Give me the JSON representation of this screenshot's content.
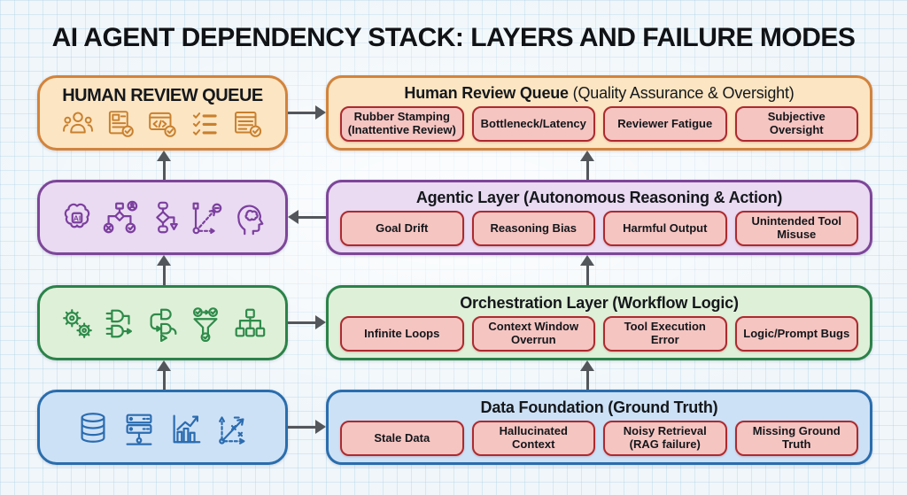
{
  "title": "AI AGENT DEPENDENCY STACK: LAYERS AND FAILURE MODES",
  "arrow_color": "#53575c",
  "pill_colors": {
    "fill": "#f5c5c2",
    "border": "#ad2a2e"
  },
  "layers": [
    {
      "name": "human-review-queue",
      "left_label": "HUMAN REVIEW QUEUE",
      "heading_bold": "Human Review Queue",
      "heading_note": "(Quality Assurance & Oversight)",
      "failures": [
        "Rubber Stamping (Inattentive Review)",
        "Bottleneck/Latency",
        "Reviewer Fatigue",
        "Subjective Oversight"
      ],
      "icons": [
        "review-team-icon",
        "document-check-icon",
        "code-review-check-icon",
        "checklist-icon",
        "approved-list-icon"
      ],
      "flow": "left-to-right",
      "colors": {
        "fill": "#fce5c2",
        "border": "#d2833c",
        "icon": "#c8802f"
      }
    },
    {
      "name": "agentic-layer",
      "heading_bold": "Agentic Layer (Autonomous Reasoning & Action)",
      "heading_note": "",
      "failures": [
        "Goal Drift",
        "Reasoning Bias",
        "Harmful Output",
        "Unintended Tool Misuse"
      ],
      "icons": [
        "ai-brain-chip-icon",
        "decision-branch-icon",
        "flowchart-icon",
        "trajectory-plan-icon",
        "head-brain-icon"
      ],
      "flow": "right-to-left",
      "colors": {
        "fill": "#eadaf2",
        "border": "#7d4699",
        "icon": "#7b3f9e"
      }
    },
    {
      "name": "orchestration-layer",
      "heading_bold": "Orchestration Layer (Workflow Logic)",
      "heading_note": "",
      "failures": [
        "Infinite Loops",
        "Context Window Overrun",
        "Tool Execution Error",
        "Logic/Prompt Bugs"
      ],
      "icons": [
        "gears-icon",
        "logic-gates-icon",
        "process-loop-icon",
        "funnel-validation-icon",
        "hierarchy-icon"
      ],
      "flow": "left-to-right",
      "colors": {
        "fill": "#dff0d8",
        "border": "#2b8249",
        "icon": "#2e8b4a"
      }
    },
    {
      "name": "data-foundation",
      "heading_bold": "Data Foundation (Ground Truth)",
      "heading_note": "",
      "failures": [
        "Stale Data",
        "Hallucinated Context",
        "Noisy Retrieval (RAG failure)",
        "Missing Ground Truth"
      ],
      "icons": [
        "database-icon",
        "server-stack-icon",
        "analytics-chart-icon",
        "vector-plot-icon"
      ],
      "flow": "left-to-right",
      "colors": {
        "fill": "#cde1f6",
        "border": "#2a6dad",
        "icon": "#2b6cb0"
      }
    }
  ]
}
